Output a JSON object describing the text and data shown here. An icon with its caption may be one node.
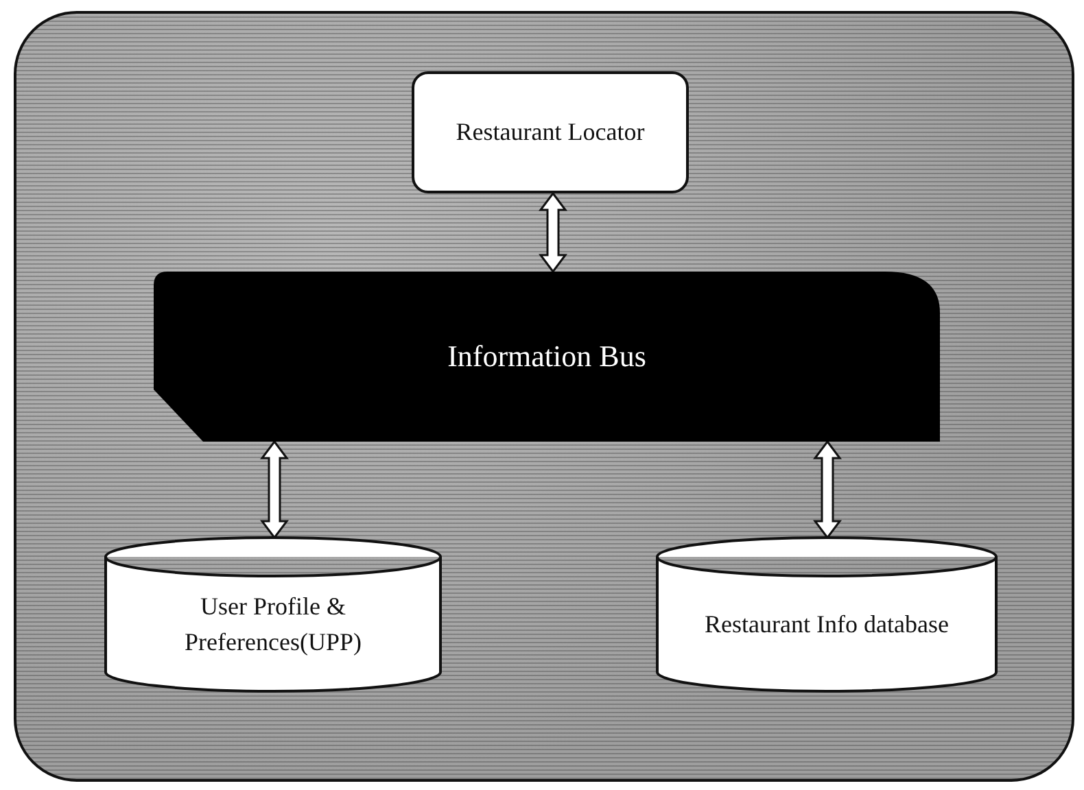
{
  "diagram": {
    "nodes": [
      {
        "text": [
          "Restaurant Locator"
        ]
      },
      {
        "text": [
          "Information Bus"
        ]
      },
      {
        "text": [
          "User Profile & Preferences(UPP)"
        ]
      },
      {
        "text": [
          "Restaurant Info database"
        ]
      }
    ],
    "edges": [
      {
        "from": 0,
        "to": 1,
        "arrow": "both"
      },
      {
        "from": 1,
        "to": 2,
        "arrow": "both"
      },
      {
        "from": 1,
        "to": 3,
        "arrow": "both"
      }
    ]
  }
}
